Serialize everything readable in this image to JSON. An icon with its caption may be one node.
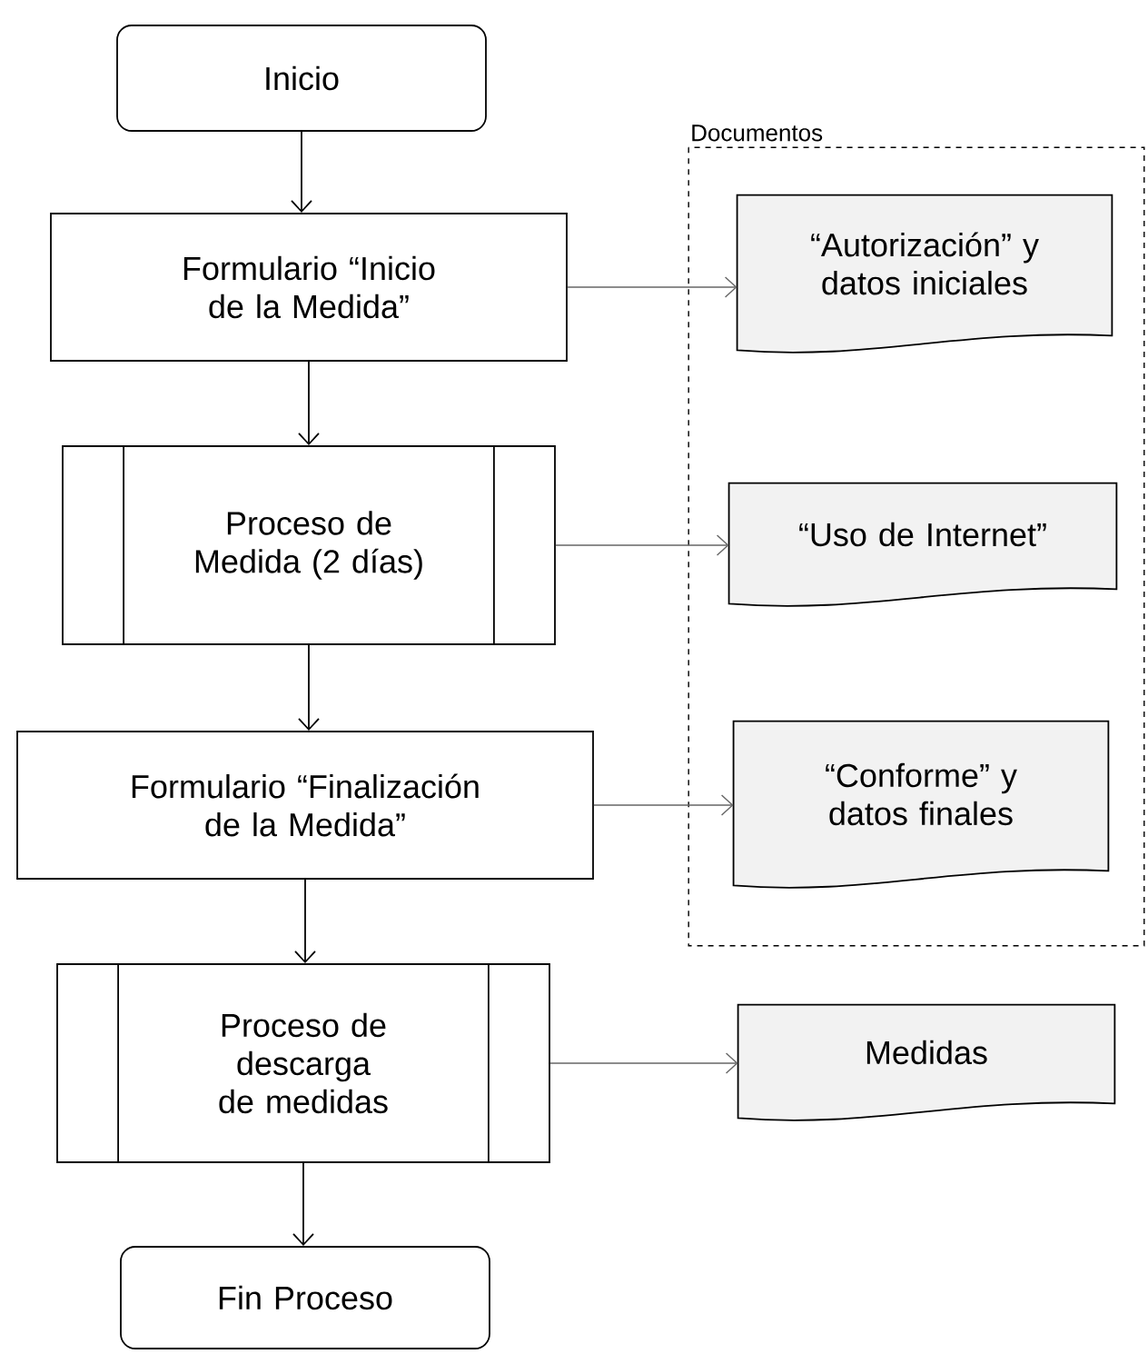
{
  "diagram": {
    "nodes": [
      {
        "text": [
          "Inicio"
        ]
      },
      {
        "text": [
          "Formulario “Inicio de la Medida”"
        ]
      },
      {
        "text": [
          "Proceso de Medida (2 días)"
        ]
      },
      {
        "text": [
          "Formulario “Finalización de la Medida”"
        ]
      },
      {
        "text": [
          "Proceso de descarga de medidas"
        ]
      },
      {
        "text": [
          "Fin Proceso"
        ]
      },
      {
        "text": [
          "Documentos"
        ]
      },
      {
        "text": [
          "“Autorización” y datos iniciales"
        ],
        "in": 6
      },
      {
        "text": [
          "“Uso de Internet”"
        ],
        "in": 6
      },
      {
        "text": [
          "“Conforme” y datos finales"
        ],
        "in": 6
      },
      {
        "text": [
          "Medidas"
        ]
      }
    ],
    "edges": [
      {
        "from": 0,
        "to": 1,
        "arrow": "to"
      },
      {
        "from": 1,
        "to": 2,
        "arrow": "to"
      },
      {
        "from": 2,
        "to": 3,
        "arrow": "to"
      },
      {
        "from": 3,
        "to": 4,
        "arrow": "to"
      },
      {
        "from": 4,
        "to": 5,
        "arrow": "to"
      },
      {
        "from": 1,
        "to": 7,
        "arrow": "to",
        "color": "#666666"
      },
      {
        "from": 2,
        "to": 8,
        "arrow": "to",
        "color": "#666666"
      },
      {
        "from": 3,
        "to": 9,
        "arrow": "to",
        "color": "#666666"
      },
      {
        "from": 4,
        "to": 10,
        "arrow": "to",
        "color": "#666666"
      }
    ]
  }
}
